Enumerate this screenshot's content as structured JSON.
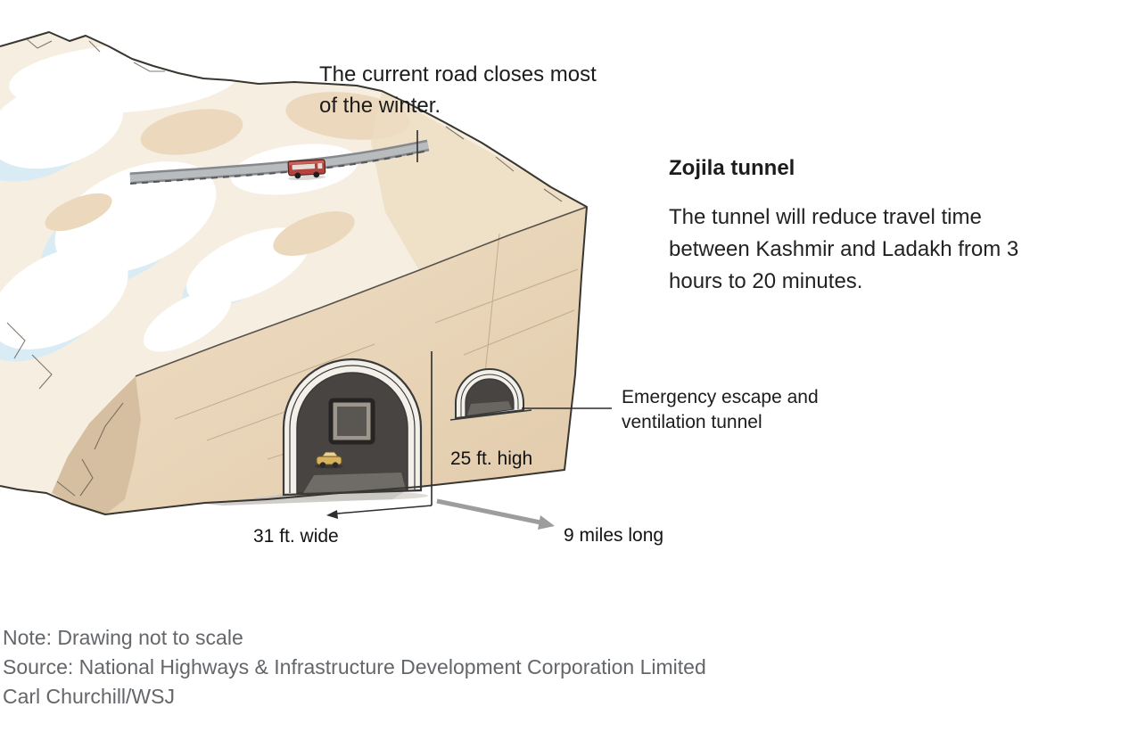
{
  "figure": {
    "title": "Zojila tunnel",
    "description": "The tunnel will reduce travel time between Kashmir and Ladakh from 3 hours to 20 minutes.",
    "annotations": {
      "road": "The current road closes most of the winter.",
      "emergency": "Emergency escape and ventilation tunnel",
      "height": "25 ft. high",
      "width": "31 ft. wide",
      "length": "9 miles long"
    },
    "footer": {
      "note": "Note: Drawing not to scale",
      "source": "Source: National Highways & Infrastructure Development Corporation Limited",
      "credit": "Carl Churchill/WSJ"
    },
    "colors": {
      "text": "#1c1c1c",
      "footer_text": "#63666a",
      "mountain_tan": "#e9d4b8",
      "snow_shadow": "#d9ebf4",
      "outline": "#38362f",
      "bus_red": "#b5423c",
      "arrow_gray": "#9d9d9d"
    }
  }
}
